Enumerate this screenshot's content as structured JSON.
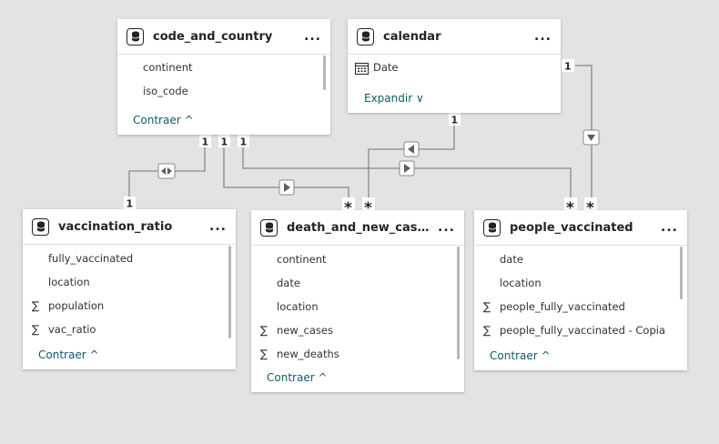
{
  "tables": {
    "code_and_country": {
      "title": "code_and_country",
      "fields": [
        "continent",
        "iso_code"
      ],
      "toggle": "Contraer ^"
    },
    "calendar": {
      "title": "calendar",
      "fields": [
        "Date"
      ],
      "toggle": "Expandir ∨"
    },
    "vaccination_ratio": {
      "title": "vaccination_ratio",
      "fields": [
        "fully_vaccinated",
        "location",
        "population",
        "vac_ratio"
      ],
      "toggle": "Contraer ^"
    },
    "death_and_new_cases": {
      "title": "death_and_new_cases_b...",
      "fields": [
        "continent",
        "date",
        "location",
        "new_cases",
        "new_deaths"
      ],
      "toggle": "Contraer ^"
    },
    "people_vaccinated": {
      "title": "people_vaccinated",
      "fields": [
        "date",
        "location",
        "people_fully_vaccinated",
        "people_fully_vaccinated - Copia"
      ],
      "toggle": "Contraer ^"
    }
  },
  "more_label": "...",
  "cardinality": {
    "one": "1",
    "many": "*"
  },
  "colors": {
    "canvas": "#e4e3e1",
    "card": "#ffffff",
    "line": "#8a8886",
    "toggle_link": "#0e5c6b"
  }
}
